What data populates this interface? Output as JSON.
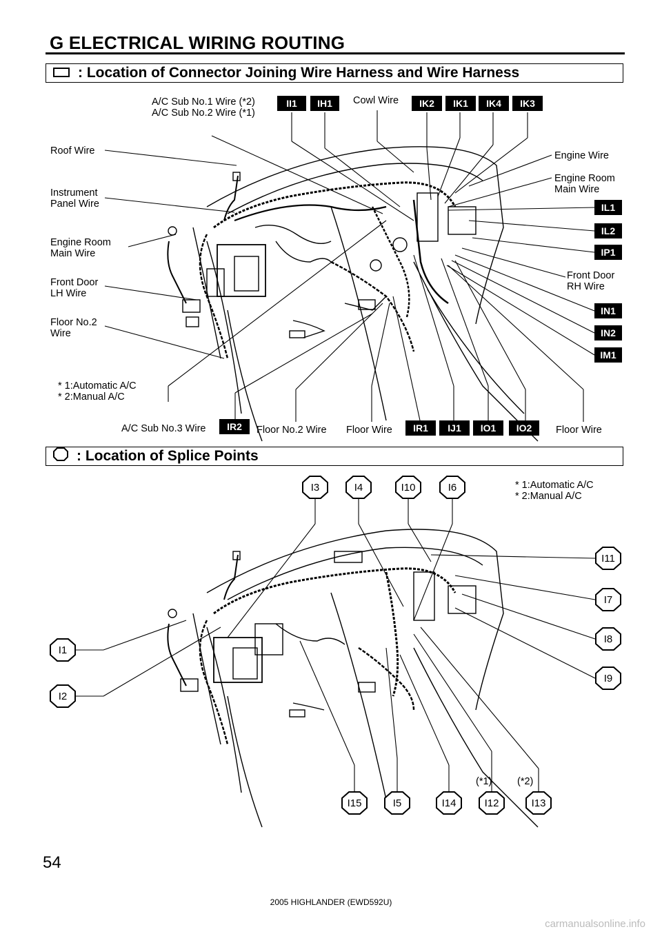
{
  "header": {
    "title": "G  ELECTRICAL WIRING ROUTING"
  },
  "section1": {
    "title": ": Location of Connector Joining Wire Harness and Wire Harness",
    "labels": {
      "ac_sub": "A/C Sub No.1 Wire (*2)\nA/C Sub No.2 Wire (*1)",
      "cowl": "Cowl Wire",
      "roof": "Roof Wire",
      "instrument": "Instrument\nPanel Wire",
      "engine_room_l": "Engine Room\nMain Wire",
      "front_door_lh": "Front Door\nLH Wire",
      "floor2_l": "Floor No.2\nWire",
      "notes": "* 1:Automatic A/C\n* 2:Manual A/C",
      "ac_sub3": "A/C Sub No.3 Wire",
      "floor2_b": "Floor No.2 Wire",
      "floor_b": "Floor Wire",
      "floor_r": "Floor Wire",
      "engine": "Engine Wire",
      "engine_room_r": "Engine Room\nMain Wire",
      "front_door_rh": "Front Door\nRH Wire"
    },
    "codes": {
      "II1": "II1",
      "IH1": "IH1",
      "IK2": "IK2",
      "IK1": "IK1",
      "IK4": "IK4",
      "IK3": "IK3",
      "IL1": "IL1",
      "IL2": "IL2",
      "IP1": "IP1",
      "IN1": "IN1",
      "IN2": "IN2",
      "IM1": "IM1",
      "IR2": "IR2",
      "IR1": "IR1",
      "IJ1": "IJ1",
      "IO1": "IO1",
      "IO2": "IO2"
    }
  },
  "section2": {
    "title": ": Location of Splice Points",
    "notes": "* 1:Automatic A/C\n* 2:Manual A/C",
    "star1": "(*1)",
    "star2": "(*2)",
    "points": {
      "I1": "I1",
      "I2": "I2",
      "I3": "I3",
      "I4": "I4",
      "I5": "I5",
      "I6": "I6",
      "I7": "I7",
      "I8": "I8",
      "I9": "I9",
      "I10": "I10",
      "I11": "I11",
      "I12": "I12",
      "I13": "I13",
      "I14": "I14",
      "I15": "I15"
    }
  },
  "footer": {
    "page": "54",
    "model": "2005 HIGHLANDER (EWD592U)",
    "watermark": "carmanualsonline.info"
  }
}
